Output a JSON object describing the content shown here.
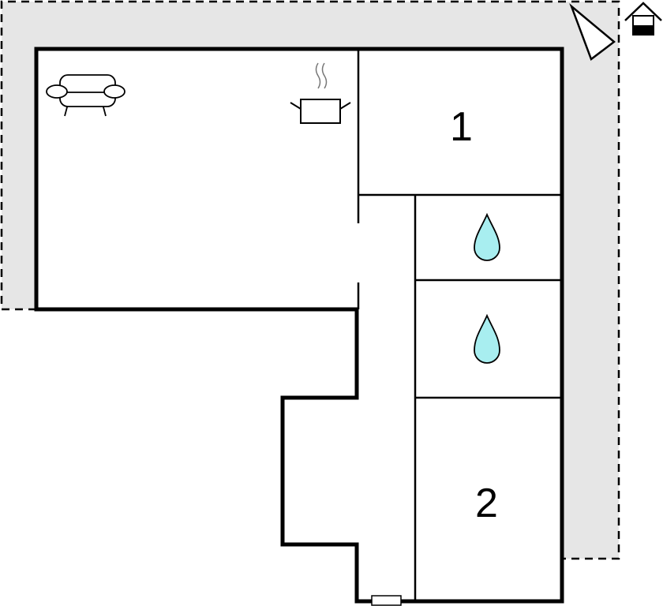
{
  "floorplan": {
    "rooms": [
      {
        "label": "1",
        "type": "bedroom"
      },
      {
        "label": "2",
        "type": "bedroom"
      }
    ],
    "icons": [
      "sofa-icon",
      "cooking-pot-icon",
      "water-drop-icon",
      "water-drop-icon",
      "north-arrow-icon",
      "house-level-icon",
      "door-icon"
    ],
    "colors": {
      "terrace": "#e6e6e6",
      "wall": "#000000",
      "water": "#a8eef0"
    }
  }
}
